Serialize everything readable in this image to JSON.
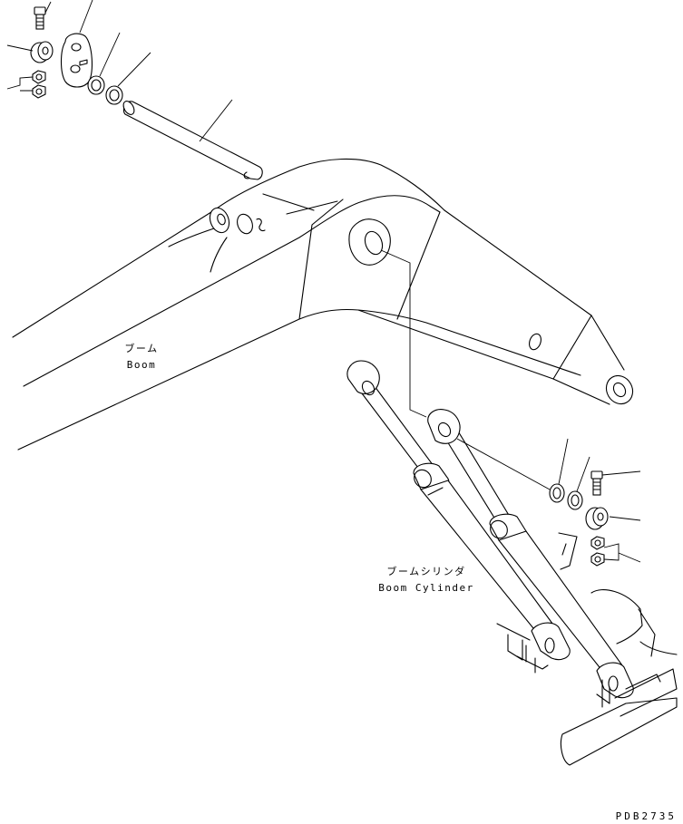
{
  "labels": {
    "boom_jp": "ブーム",
    "boom_en": "Boom",
    "cylinder_jp": "ブームシリンダ",
    "cylinder_en": "Boom Cylinder"
  },
  "drawing_code": "PDB2735"
}
